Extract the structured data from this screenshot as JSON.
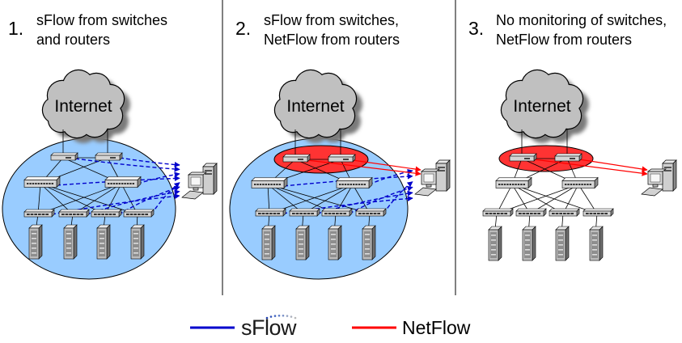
{
  "colors": {
    "sflow": "#0000cc",
    "netflow": "#ff0000",
    "network_area": "#99ccff",
    "router_area": "#ff3333",
    "cloud": "#c0c0c0",
    "cloud_shadow": "#7a7a7a",
    "divider": "#000000"
  },
  "panels": [
    {
      "number": "1.",
      "title": [
        "sFlow from switches",
        "and routers"
      ],
      "cloud_label": "Internet",
      "sflow_from_routers": true,
      "sflow_from_switches": true,
      "netflow_from_routers": false
    },
    {
      "number": "2.",
      "title": [
        "sFlow from switches,",
        "NetFlow from routers"
      ],
      "cloud_label": "Internet",
      "sflow_from_routers": false,
      "sflow_from_switches": true,
      "netflow_from_routers": true
    },
    {
      "number": "3.",
      "title": [
        "No monitoring of switches,",
        "NetFlow from routers"
      ],
      "cloud_label": "Internet",
      "sflow_from_routers": false,
      "sflow_from_switches": false,
      "netflow_from_routers": true
    }
  ],
  "legend": {
    "sflow_label": "sFlow",
    "netflow_label": "NetFlow"
  }
}
